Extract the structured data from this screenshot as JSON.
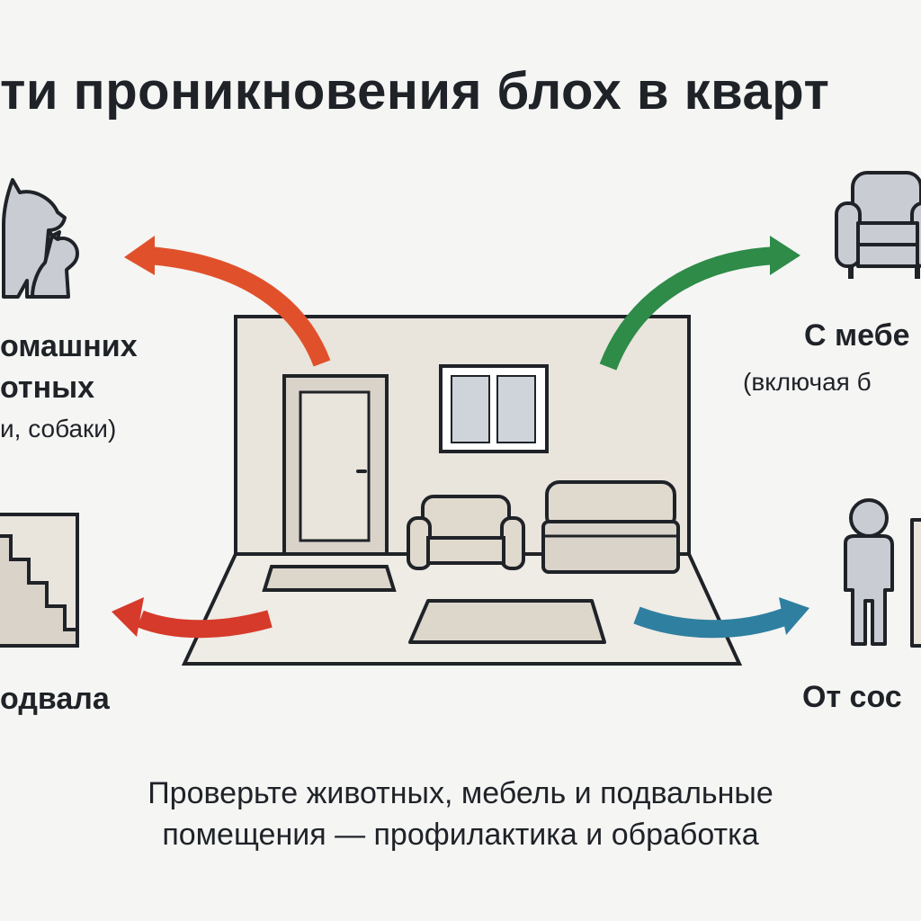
{
  "title": "ти проникновения блох в кварт",
  "sources": {
    "pets": {
      "line1": "омашних",
      "line2": "отных",
      "line3": "и, собаки)",
      "icon": "cat-dog-icon"
    },
    "furniture": {
      "line1": "С мебе",
      "line2": "(включая б",
      "icon": "armchair-icon"
    },
    "basement": {
      "line1": "одвала",
      "icon": "stairs-icon"
    },
    "neighbors": {
      "line1": "От сос",
      "icon": "person-icon"
    }
  },
  "caption": {
    "line1": "Проверьте животных, мебель и подвальные",
    "line2": "помещения — профилактика и обработка"
  },
  "colors": {
    "arrow_pets": "#e0512b",
    "arrow_furniture": "#2e8b48",
    "arrow_basement": "#d63a2a",
    "arrow_neighbors": "#2f7fa0",
    "room_fill": "#e9e4dc",
    "icon_gray": "#c9ccd3",
    "outline": "#1f2328"
  }
}
